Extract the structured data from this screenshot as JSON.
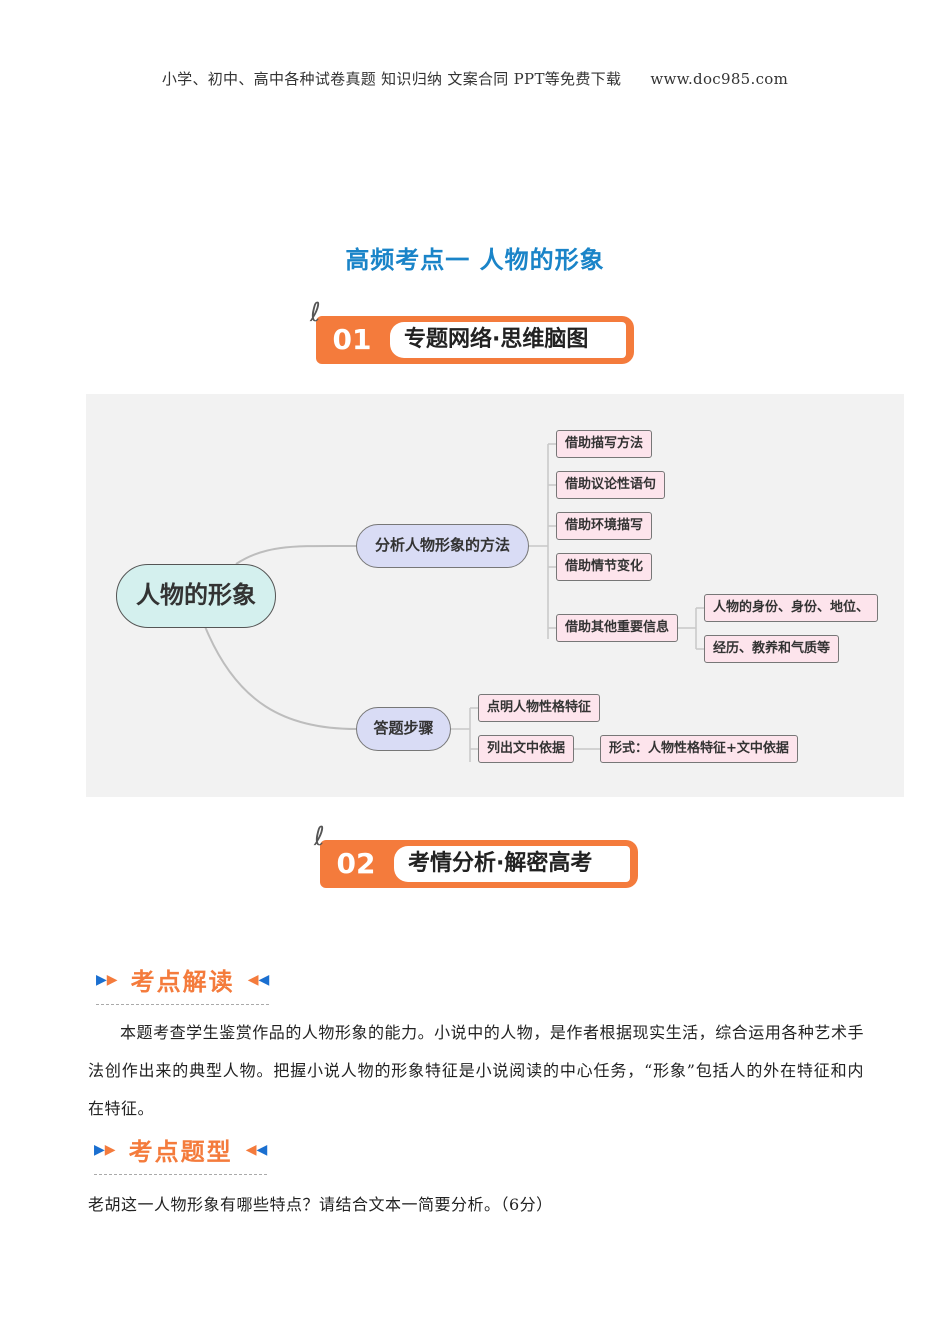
{
  "header": {
    "text": "小学、初中、高中各种试卷真题  知识归纳  文案合同  PPT等免费下载",
    "site": "www.doc985.com"
  },
  "title": "高频考点一    人物的形象",
  "banner1": {
    "num": "01",
    "label": "专题网络·思维脑图"
  },
  "banner2": {
    "num": "02",
    "label": "考情分析·解密高考"
  },
  "mindmap": {
    "root": "人物的形象",
    "branch1": {
      "label": "分析人物形象的方法",
      "items": [
        "借助描写方法",
        "借助议论性语句",
        "借助环境描写",
        "借助情节变化",
        "借助其他重要信息"
      ],
      "sub": [
        "人物的身份、身份、地位、",
        "经历、教养和气质等"
      ]
    },
    "branch2": {
      "label": "答题步骤",
      "items": [
        "点明人物性格特征",
        "列出文中依据"
      ],
      "sub": "形式：人物性格特征+文中依据"
    }
  },
  "section1": {
    "label": "考点解读",
    "text": "本题考查学生鉴赏作品的人物形象的能力。小说中的人物，是作者根据现实生活，综合运用各种艺术手法创作出来的典型人物。把握小说人物的形象特征是小说阅读的中心任务，“形象”包括人的外在特征和内在特征。"
  },
  "section2": {
    "label": "考点题型",
    "text": "老胡这一人物形象有哪些特点？请结合文本一简要分析。（6分）"
  }
}
